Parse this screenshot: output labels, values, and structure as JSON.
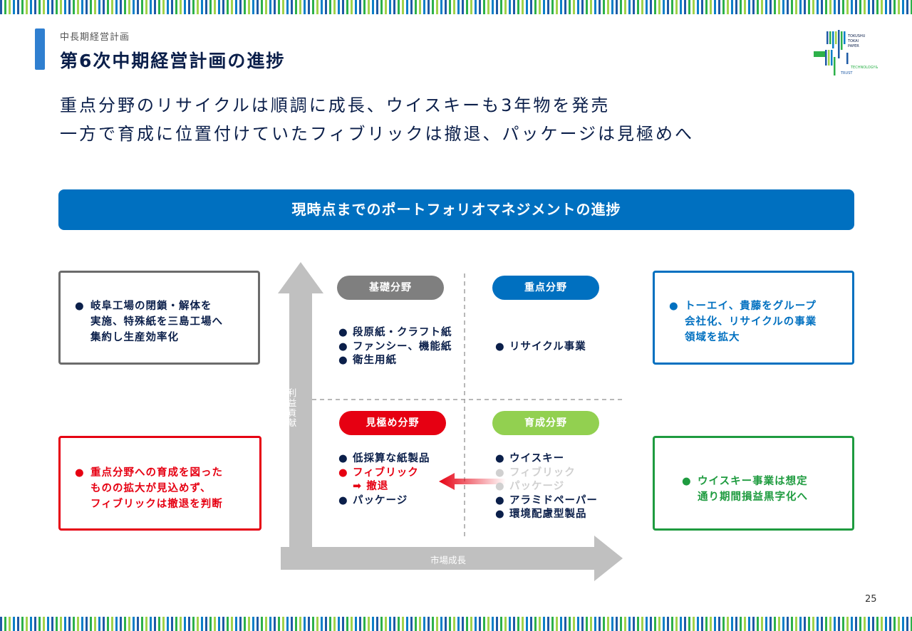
{
  "header": {
    "section": "中長期経営計画",
    "title": "第6次中期経営計画の進捗"
  },
  "logo": {
    "lines": [
      "TOKUSHU",
      "TOKAI",
      "PAPER"
    ],
    "tagline_1": "TECHNOLOGY&",
    "tagline_2": "TRUST"
  },
  "headline": {
    "line1": "重点分野のリサイクルは順調に成長、ウイスキーも3年物を発売",
    "line2": "一方で育成に位置付けていたフィブリックは撤退、パッケージは見極めへ"
  },
  "banner": "現時点までのポートフォリオマネジメントの進捗",
  "axes": {
    "y_label": "利益貢献",
    "x_label": "市場成長"
  },
  "quadrants": {
    "basic": {
      "label": "基礎分野",
      "items": [
        "段原紙・クラフト紙",
        "ファンシー、機能紙",
        "衛生用紙"
      ]
    },
    "focus": {
      "label": "重点分野",
      "items": [
        "リサイクル事業"
      ]
    },
    "assess": {
      "label": "見極め分野",
      "items": [
        "低採算な紙製品",
        "フィブリック",
        "➡ 撤退",
        "パッケージ"
      ]
    },
    "grow": {
      "label": "育成分野",
      "items": [
        "ウイスキー",
        "フィブリック",
        "パッケージ",
        "アラミドペーパー",
        "環境配慮型製品"
      ]
    }
  },
  "boxes": {
    "gray": {
      "text": [
        "岐阜工場の閉鎖・解体を",
        "実施、特殊紙を三島工場へ",
        "集約し生産効率化"
      ]
    },
    "red": {
      "text": [
        "重点分野への育成を図った",
        "ものの拡大が見込めず、",
        "フィブリックは撤退を判断"
      ]
    },
    "blue": {
      "text": [
        "トーエイ、貴藤をグループ",
        "会社化、リサイクルの事業",
        "領域を拡大"
      ]
    },
    "green": {
      "text": [
        "ウイスキー事業は想定",
        "通り期間損益黒字化へ"
      ]
    }
  },
  "page_number": "25",
  "colors": {
    "primary_blue": "#0070c0",
    "red": "#e60012",
    "green": "#1e9b3f",
    "light_green": "#92d050",
    "gray": "#7f7f7f",
    "navy_text": "#0b1f4a"
  }
}
